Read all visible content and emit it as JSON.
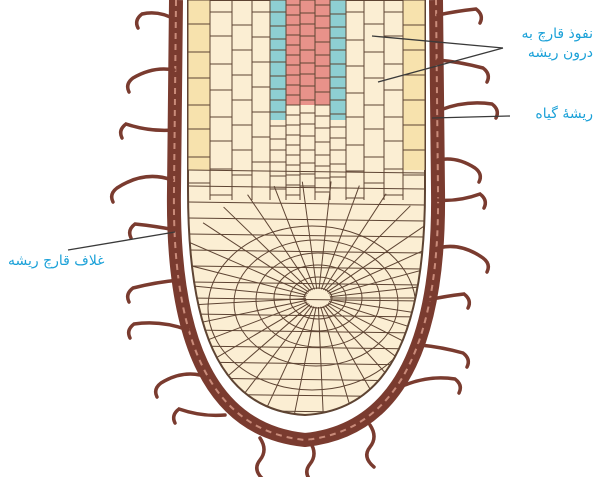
{
  "labels": {
    "fungal_penetration_line1": "نفوذ قارچ به",
    "fungal_penetration_line2": "درون ریشه",
    "root_hair": "ریشهٔ گیاه",
    "fungal_sheath": "غلاف قارچ ریشه"
  },
  "colors": {
    "label_text": "#1ba1d8",
    "cortex_fill": "#fbeed3",
    "cortex_outer_fill": "#f7e2ad",
    "xylem_fill": "#e8928a",
    "phloem_fill": "#8ecfd2",
    "cell_wall": "#5e4433",
    "hyphae": "#7a3b2f",
    "hyphae_highlight": "#c98b7a",
    "leader_line": "#3a3a3a"
  },
  "icons": [
    "root-tip-cross-section-illustration",
    "fungal-hyphae"
  ]
}
